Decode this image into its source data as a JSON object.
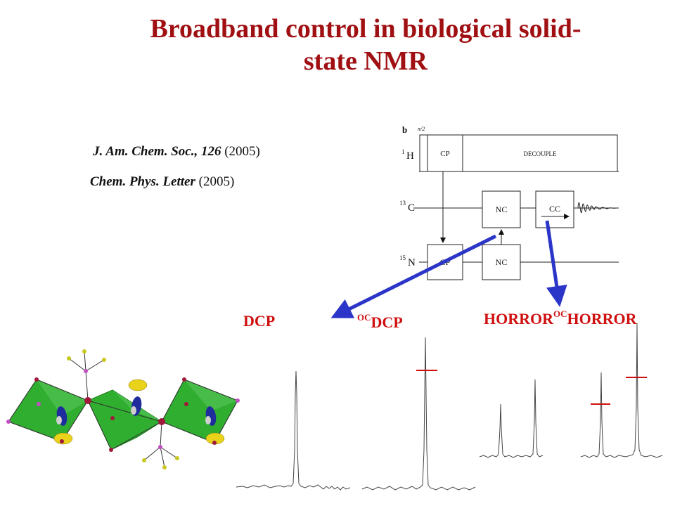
{
  "slide": {
    "title_line1": "Broadband control in biological solid-",
    "title_line2": "state NMR"
  },
  "references": [
    {
      "journal": "J. Am. Chem. Soc., 126",
      "year": "(2005)"
    },
    {
      "journal": "Chem. Phys. Letter",
      "year": "(2005)"
    }
  ],
  "pulse_sequence": {
    "panel_label": "b",
    "pulse_label": "π/2",
    "channels": [
      {
        "nucleus": "H",
        "mass": "1"
      },
      {
        "nucleus": "C",
        "mass": "13"
      },
      {
        "nucleus": "N",
        "mass": "15"
      }
    ],
    "blocks": {
      "h_cp": "CP",
      "decouple": "DECOUPLE",
      "c_nc": "NC",
      "c_cc": "CC",
      "n_cp": "CP",
      "n_nc": "NC"
    }
  },
  "spectrum_labels": {
    "dcp": "DCP",
    "oc_dcp_prefix": "OC",
    "oc_dcp": "DCP",
    "horror": "HORROR",
    "oc_horror_prefix": "OC",
    "oc_horror": "HORROR"
  },
  "colors": {
    "title": "#a00f12",
    "labels": "#d01010",
    "arrows": "#2b35c8",
    "octahedra": "#2fae2f",
    "markers": "#d01010"
  }
}
